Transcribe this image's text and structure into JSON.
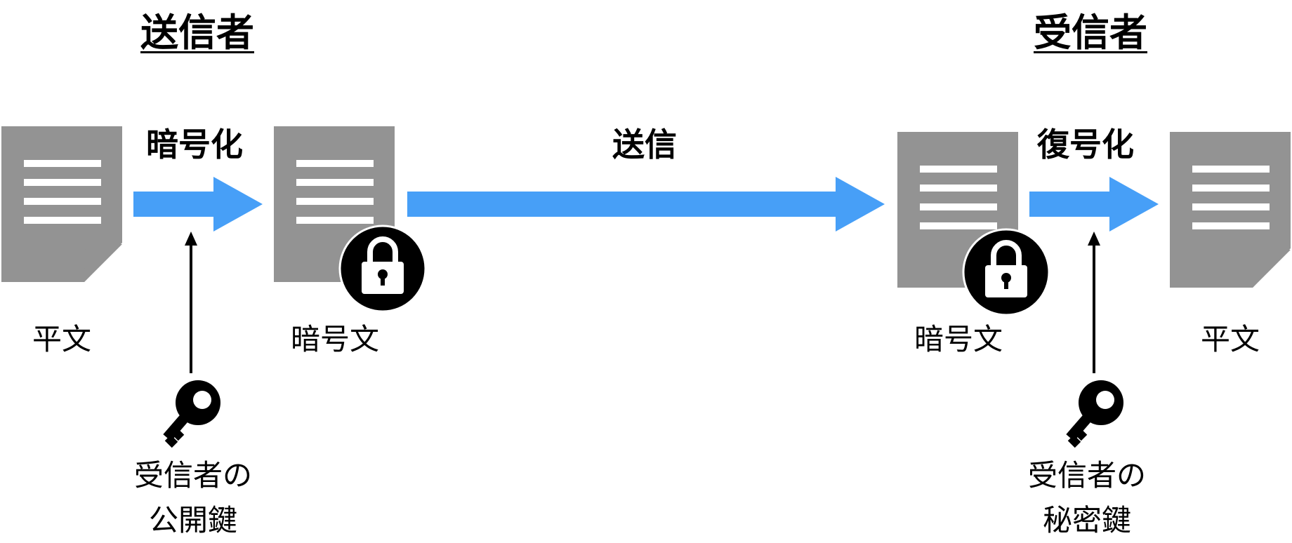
{
  "sender": {
    "heading": "送信者",
    "step": "暗号化",
    "plaintext_label": "平文",
    "ciphertext_label": "暗号文",
    "key_label_line1": "受信者の",
    "key_label_line2": "公開鍵"
  },
  "transfer": {
    "step": "送信"
  },
  "receiver": {
    "heading": "受信者",
    "step": "復号化",
    "ciphertext_label": "暗号文",
    "plaintext_label": "平文",
    "key_label_line1": "受信者の",
    "key_label_line2": "秘密鍵"
  },
  "colors": {
    "document": "#939393",
    "arrow": "#479ff7",
    "lock": "#000000",
    "key": "#000000"
  },
  "icons": [
    "document-icon",
    "lock-icon",
    "key-icon",
    "right-arrow",
    "up-arrow"
  ]
}
